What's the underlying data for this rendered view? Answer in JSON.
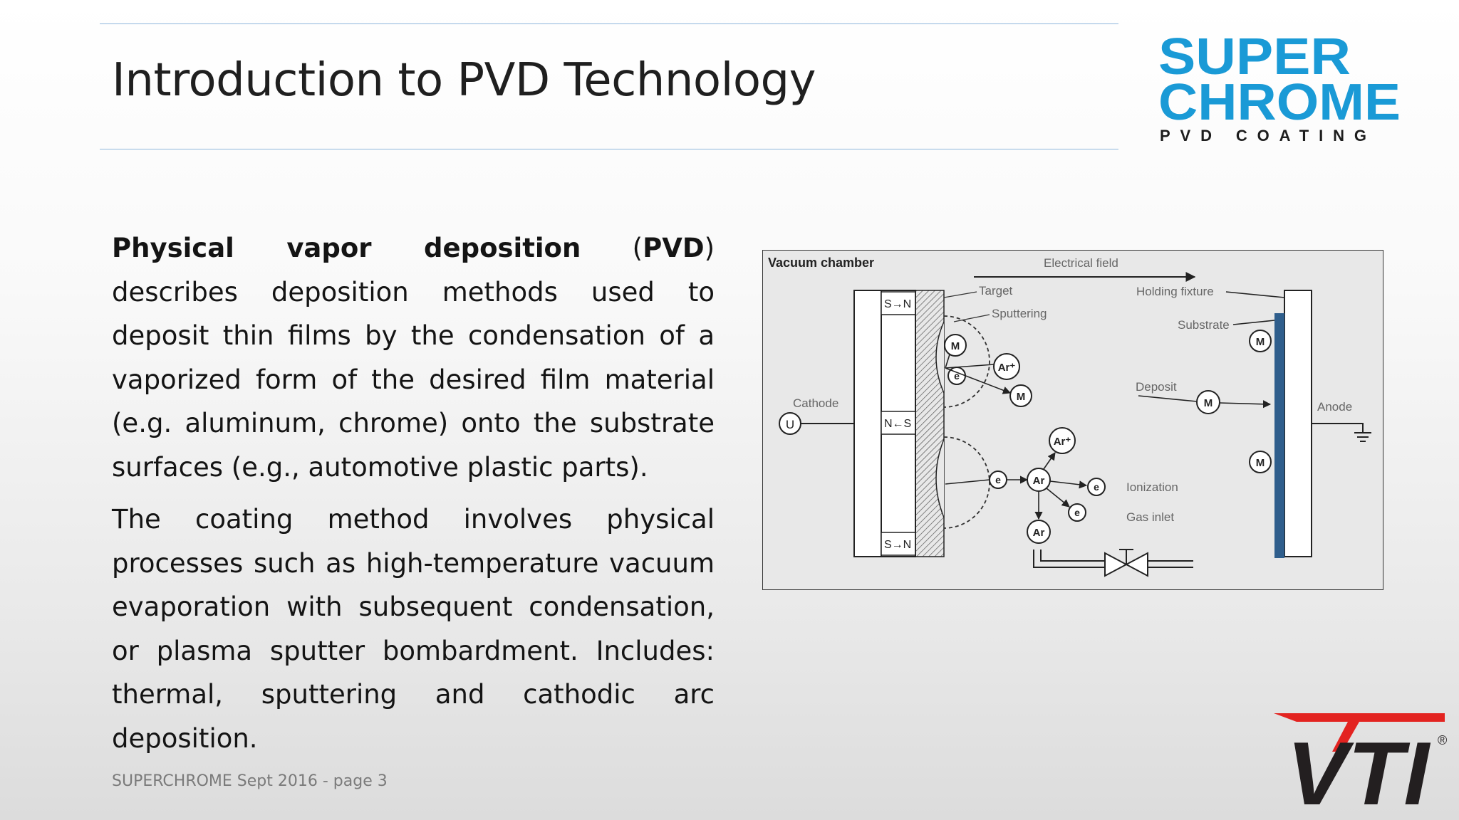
{
  "slide": {
    "title": "Introduction to PVD Technology",
    "footer": "SUPERCHROME Sept 2016 - page 3"
  },
  "logo_superchrome": {
    "line1": "SUPER",
    "line2": "CHROME",
    "tagline": "PVD COATING",
    "color": "#1a9ad6"
  },
  "logo_vti": {
    "text": "VTI",
    "registered": "®",
    "color_red": "#e32320",
    "color_dark": "#231f20"
  },
  "content": {
    "p1": {
      "term1": "Physical vapor deposition",
      "open_paren": " (",
      "abbr": "PVD",
      "rest": ") describes deposition methods used to deposit thin films by the condensation of a vaporized form of the desired film material (e.g. aluminum, chrome) onto the substrate surfaces (e.g., automotive plastic parts)."
    },
    "p2": "The coating method involves physical processes such as high-temperature vacuum evaporation with subsequent condensation, or plasma sputter bombardment. Includes: thermal, sputtering and cathodic arc deposition."
  },
  "diagram": {
    "title": "Vacuum chamber",
    "electrical_field": "Electrical field",
    "target": "Target",
    "sputtering": "Sputtering",
    "holding_fixture": "Holding fixture",
    "substrate": "Substrate",
    "deposit": "Deposit",
    "cathode": "Cathode",
    "anode": "Anode",
    "ionization": "Ionization",
    "gas_inlet": "Gas inlet",
    "magnet_top": "S→N",
    "magnet_mid": "N←S",
    "magnet_bottom": "S→N",
    "u": "U",
    "m": "M",
    "ar": "Ar",
    "ar_plus": "Ar⁺",
    "e": "e",
    "substrate_color": "#2f5e8c"
  }
}
